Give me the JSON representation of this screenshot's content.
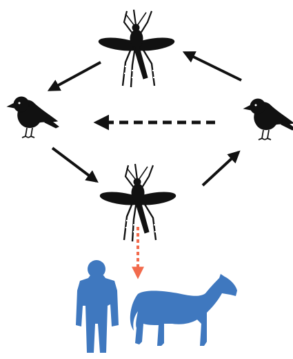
{
  "diagram": {
    "nodes": [
      {
        "id": "mosquito-top",
        "icon": "mosquito-icon"
      },
      {
        "id": "bird-left",
        "icon": "bird-icon"
      },
      {
        "id": "bird-right",
        "icon": "bird-icon"
      },
      {
        "id": "mosquito-bottom",
        "icon": "mosquito-icon"
      },
      {
        "id": "human",
        "icon": "human-icon"
      },
      {
        "id": "horse",
        "icon": "horse-icon"
      }
    ],
    "edges": [
      {
        "from": "mosquito-top",
        "to": "bird-left",
        "style": "solid"
      },
      {
        "from": "bird-left",
        "to": "mosquito-bottom",
        "style": "solid"
      },
      {
        "from": "mosquito-bottom",
        "to": "bird-right",
        "style": "solid"
      },
      {
        "from": "bird-right",
        "to": "mosquito-top",
        "style": "solid"
      },
      {
        "from": "bird-right",
        "to": "bird-left",
        "style": "dashed"
      },
      {
        "from": "mosquito-bottom",
        "to": "human",
        "style": "dotted"
      }
    ],
    "colors": {
      "insect": "#111111",
      "bird": "#111111",
      "arrow": "#111111",
      "spillover_arrow": "#f26b4d",
      "host": "#3f78bf"
    }
  }
}
